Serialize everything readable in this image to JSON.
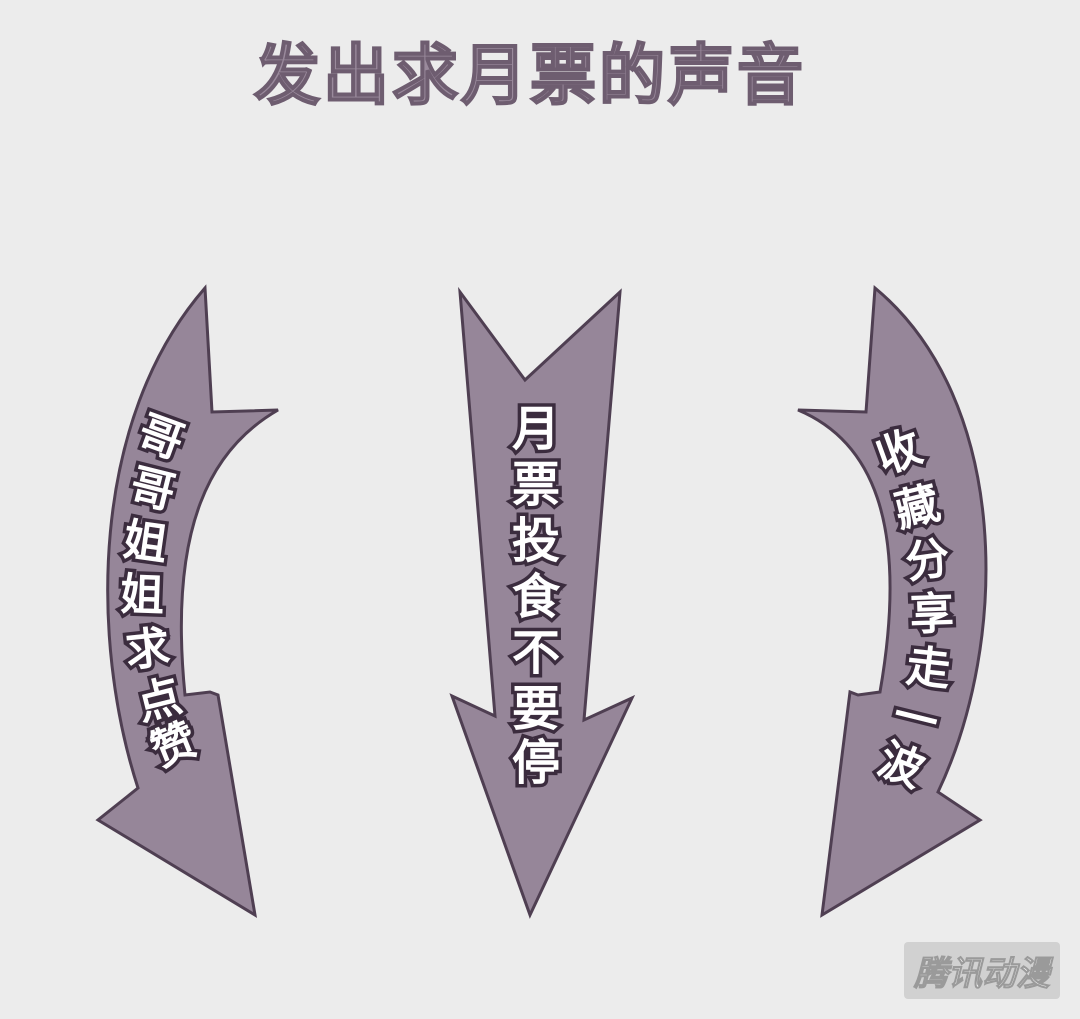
{
  "title": "发出求月票的声音",
  "arrows": [
    {
      "name": "left",
      "chars": [
        "哥",
        "哥",
        "姐",
        "姐",
        "求",
        "点",
        "赞"
      ]
    },
    {
      "name": "middle",
      "chars": [
        "月",
        "票",
        "投",
        "食",
        "不",
        "要",
        "停"
      ]
    },
    {
      "name": "right",
      "chars": [
        "收",
        "藏",
        "分",
        "享",
        "走",
        "一",
        "波"
      ]
    }
  ],
  "watermark": "腾讯动漫",
  "colors": {
    "arrow_fill": "#968699",
    "arrow_outline": "#4f3f52",
    "background": "#ececec",
    "title": "#9a8a9c"
  }
}
